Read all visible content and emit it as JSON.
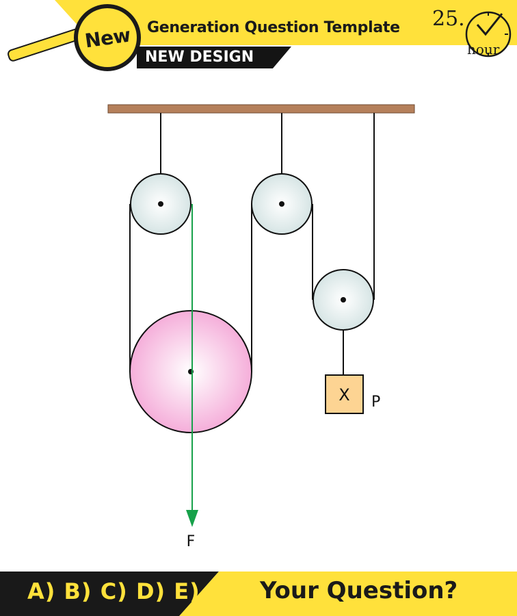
{
  "header": {
    "badge_text": "New",
    "title": "Generation Question Template",
    "subtitle": "NEW DESIGN",
    "timer_number": "25.",
    "timer_unit": "hour",
    "accent_color": "#ffe13b",
    "dark_color": "#1a1a1a"
  },
  "diagram": {
    "mass_label": "X",
    "load_label": "P",
    "force_label": "F",
    "ceiling_color": "#b5805b",
    "fixed_pulley_color": "#e3eeee",
    "movable_pulley_color": "#f9c8e4",
    "force_arrow_color": "#17a14a",
    "mass_box_color": "#fdd493"
  },
  "footer": {
    "answer_options": "A) B) C) D) E)",
    "question_prompt": "Your Question?"
  }
}
